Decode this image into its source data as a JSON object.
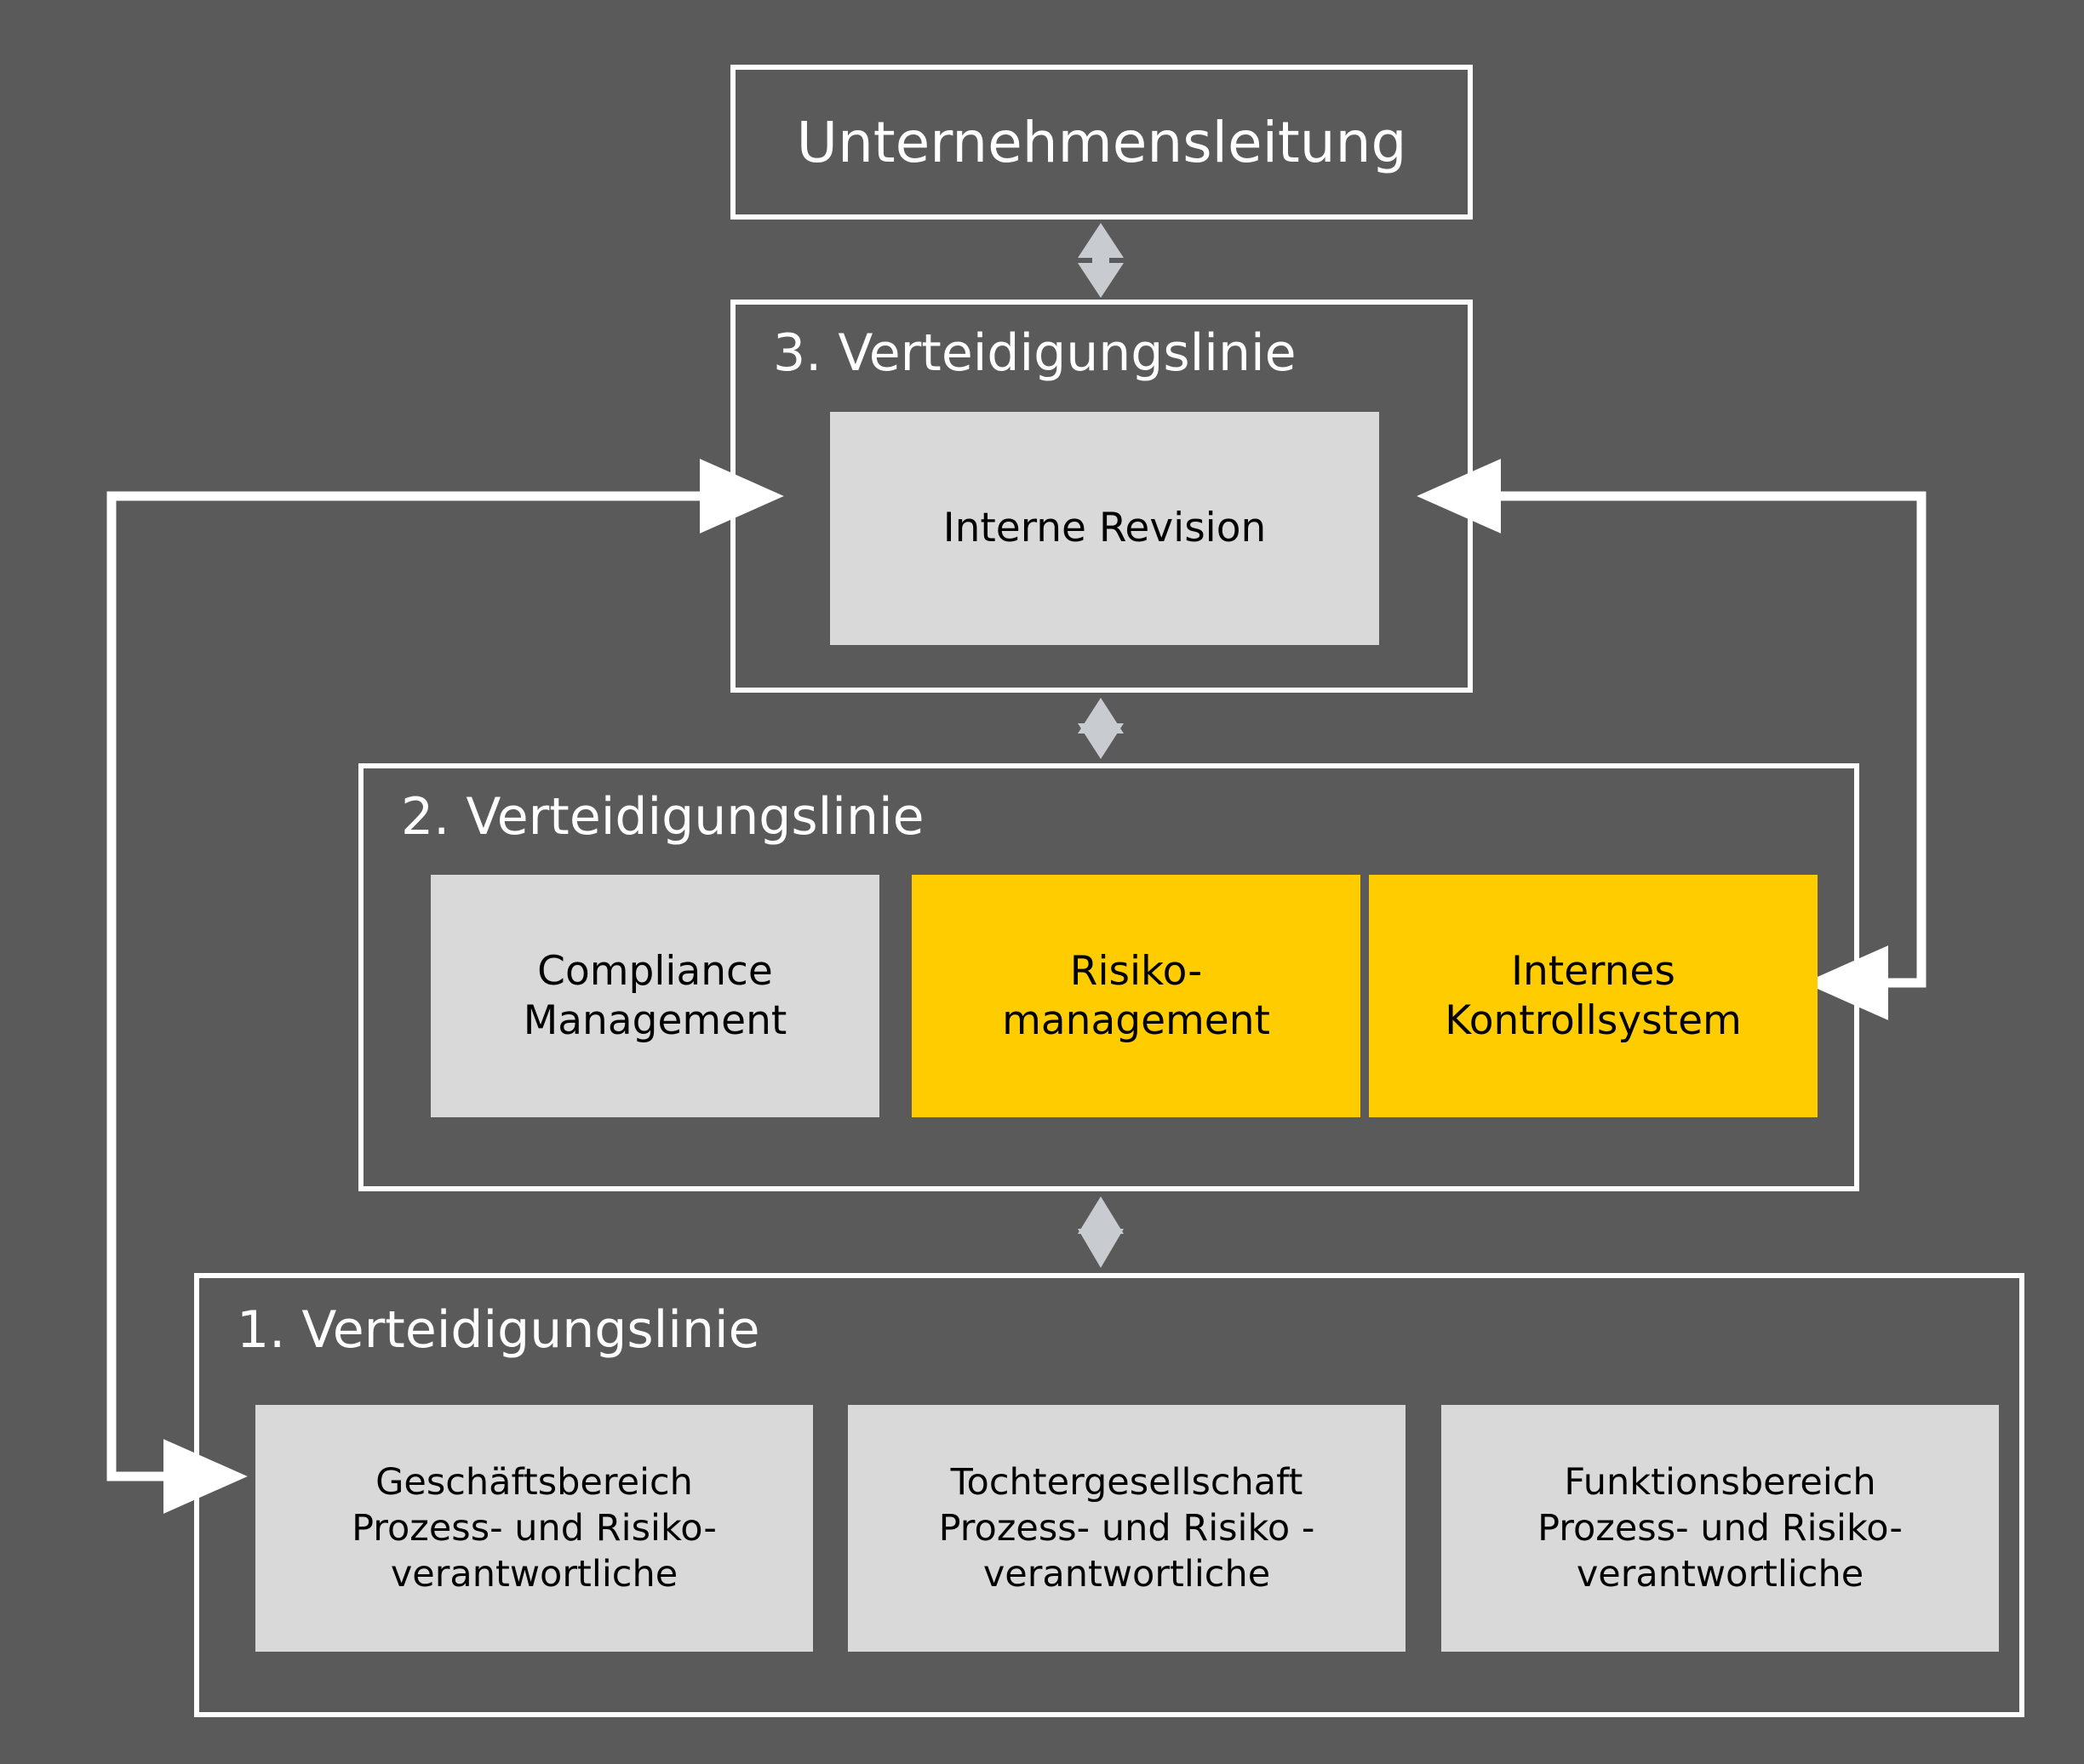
{
  "theme": {
    "background": "#5a5a5a",
    "frame_stroke": "#ffffff",
    "card_gray": "#d9d9d9",
    "card_yellow": "#ffcc00",
    "double_arrow": "#c8cbd0",
    "text_light": "#ffffff",
    "text_dark": "#000000"
  },
  "top": {
    "label": "Unternehmensleitung"
  },
  "line3": {
    "title": "3. Verteidigungslinie",
    "cards": [
      {
        "label": "Interne Revision",
        "fill": "#d9d9d9"
      }
    ]
  },
  "line2": {
    "title": "2. Verteidigungslinie",
    "cards": [
      {
        "line1": "Compliance",
        "line2": "Management",
        "fill": "#d9d9d9"
      },
      {
        "line1": "Risiko-",
        "line2": "management",
        "fill": "#ffcc00"
      },
      {
        "line1": "Internes",
        "line2": "Kontrollsystem",
        "fill": "#ffcc00"
      }
    ]
  },
  "line1": {
    "title": "1. Verteidigungslinie",
    "cards": [
      {
        "line1": "Geschäftsbereich",
        "line2": "Prozess- und Risiko-",
        "line3": "verantwortliche",
        "fill": "#d9d9d9"
      },
      {
        "line1": "Tochtergesellschaft",
        "line2": "Prozess- und Risiko -",
        "line3": "verantwortliche",
        "fill": "#d9d9d9"
      },
      {
        "line1": "Funktionsbereich",
        "line2": "Prozess- und Risiko-",
        "line3": "verantwortliche",
        "fill": "#d9d9d9"
      }
    ]
  },
  "connectors": [
    {
      "name": "unternehmensleitung-line3",
      "style": "double-arrow-vertical"
    },
    {
      "name": "line3-line2",
      "style": "double-arrow-vertical"
    },
    {
      "name": "line2-line1",
      "style": "double-arrow-vertical"
    },
    {
      "name": "line1-to-line3-left",
      "style": "single-arrow-elbow"
    },
    {
      "name": "line3-to-line1-left",
      "style": "single-arrow-elbow"
    },
    {
      "name": "line2-to-line3-right",
      "style": "single-arrow-elbow"
    },
    {
      "name": "right-feedback-into-line2",
      "style": "single-arrow-elbow"
    }
  ]
}
